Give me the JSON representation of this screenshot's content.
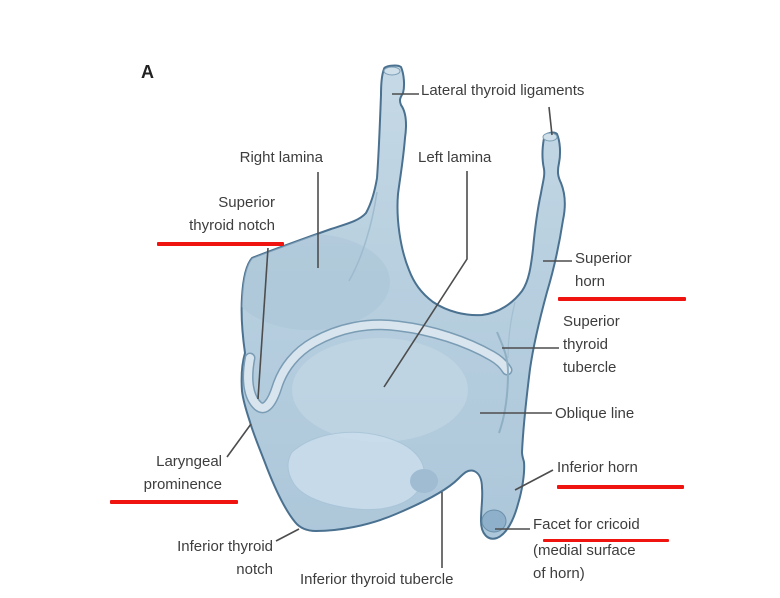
{
  "figure": {
    "panel_letter": "A",
    "colors": {
      "background": "#ffffff",
      "cartilage_fill_light": "#c3d7e5",
      "cartilage_fill_dark": "#aec8da",
      "cartilage_outline": "#4a7190",
      "rim_band_fill": "#d8e5ee",
      "rim_band_edge": "#7a9cb4",
      "leader_line": "#4d4d4d",
      "label_text": "#3d3d3d",
      "underline_red": "#f01410"
    },
    "labels": {
      "lateral_thyroid_ligaments": {
        "lines": [
          "Lateral thyroid ligaments"
        ],
        "underlined": false
      },
      "right_lamina": {
        "lines": [
          "Right lamina"
        ],
        "underlined": false
      },
      "superior_thyroid_notch": {
        "lines": [
          "Superior",
          "thyroid notch"
        ],
        "underlined": true
      },
      "left_lamina": {
        "lines": [
          "Left lamina"
        ],
        "underlined": false
      },
      "superior_horn": {
        "lines": [
          "Superior",
          "horn"
        ],
        "underlined": true
      },
      "superior_thyroid_tubercle": {
        "lines": [
          "Superior",
          "thyroid",
          "tubercle"
        ],
        "underlined": false
      },
      "oblique_line": {
        "lines": [
          "Oblique line"
        ],
        "underlined": false
      },
      "inferior_horn": {
        "lines": [
          "Inferior horn"
        ],
        "underlined": true
      },
      "facet_for_cricoid": {
        "lines": [
          "Facet for cricoid",
          "(medial surface",
          "of horn)"
        ],
        "underlined": true
      },
      "inferior_thyroid_notch": {
        "lines": [
          "Inferior thyroid",
          "notch"
        ],
        "underlined": false
      },
      "inferior_thyroid_tubercle": {
        "lines": [
          "Inferior thyroid tubercle"
        ],
        "underlined": false
      },
      "laryngeal_prominence": {
        "lines": [
          "Laryngeal",
          "prominence"
        ],
        "underlined": true
      }
    }
  }
}
